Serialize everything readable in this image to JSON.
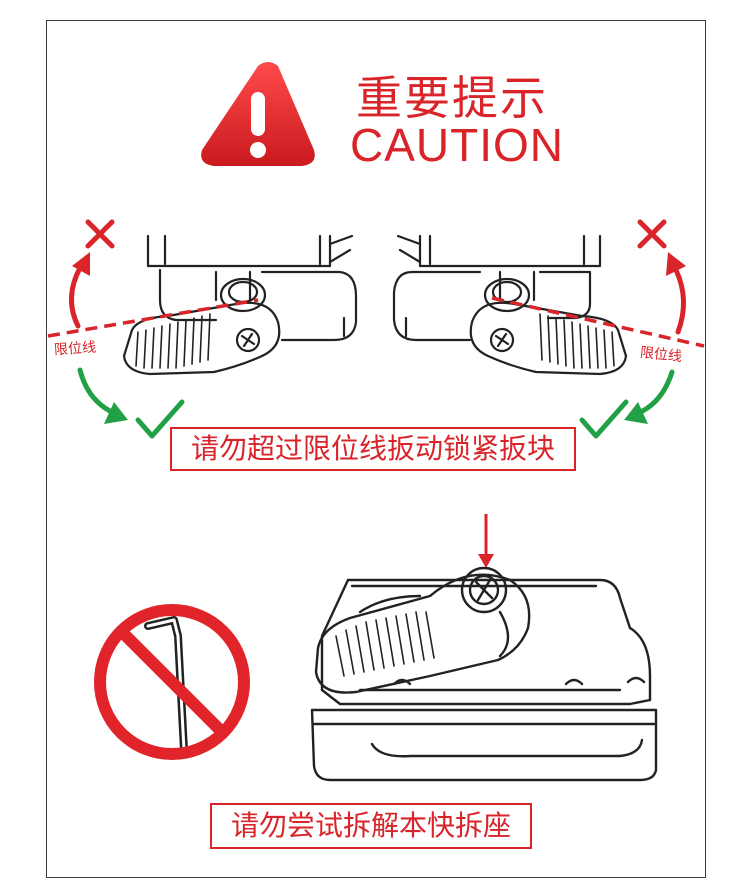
{
  "header": {
    "title_cn": "重要提示",
    "title_en": "CAUTION"
  },
  "notices": {
    "lever_limit": "请勿超过限位线扳动锁紧扳块",
    "no_disassembly": "请勿尝试拆解本快拆座"
  },
  "labels": {
    "limit_line_left": "限位线",
    "limit_line_right": "限位线"
  },
  "colors": {
    "warning_red": "#d9242a",
    "ok_green": "#22a046",
    "line_art": "#222222"
  },
  "icons": {
    "warning": "warning-triangle-icon",
    "wrong": "cross-icon",
    "right": "check-icon",
    "prohibited": "no-hex-key-icon"
  }
}
